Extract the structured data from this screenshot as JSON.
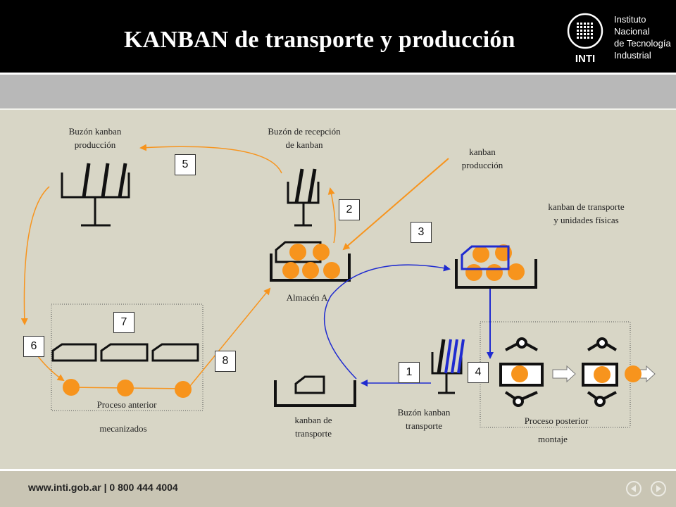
{
  "header": {
    "title": "KANBAN de transporte y producción",
    "logo_lines": [
      "Instituto",
      "Nacional",
      "de Tecnología",
      "Industrial"
    ],
    "logo_mark": "INTI"
  },
  "diagram": {
    "labels": {
      "buzon_produccion": [
        "Buzón kanban",
        "producción"
      ],
      "buzon_recepcion": [
        "Buzón de recepción",
        "de kanban"
      ],
      "kanban_produccion": [
        "kanban",
        "producción"
      ],
      "kanban_transporte_unidades": [
        "kanban de transporte",
        "y unidades físicas"
      ],
      "almacen": "Almacén A",
      "proceso_anterior": "Proceso anterior",
      "mecanizados": "mecanizados",
      "kanban_transporte": [
        "kanban de",
        "transporte"
      ],
      "buzon_transporte": [
        "Buzón kanban",
        "transporte"
      ],
      "proceso_posterior": "Proceso posterior",
      "montaje": "montaje"
    },
    "steps": [
      "1",
      "2",
      "3",
      "4",
      "5",
      "6",
      "7",
      "8"
    ],
    "colors": {
      "ball": "#f7941d",
      "arrow_orange": "#f7941d",
      "arrow_blue": "#1f2bd0",
      "kanban_blue": "#1f2bd0",
      "ink": "#111111"
    }
  },
  "footer": {
    "text": "www.inti.gob.ar | 0 800 444 4004",
    "nav": [
      "previous-icon",
      "next-icon"
    ]
  }
}
